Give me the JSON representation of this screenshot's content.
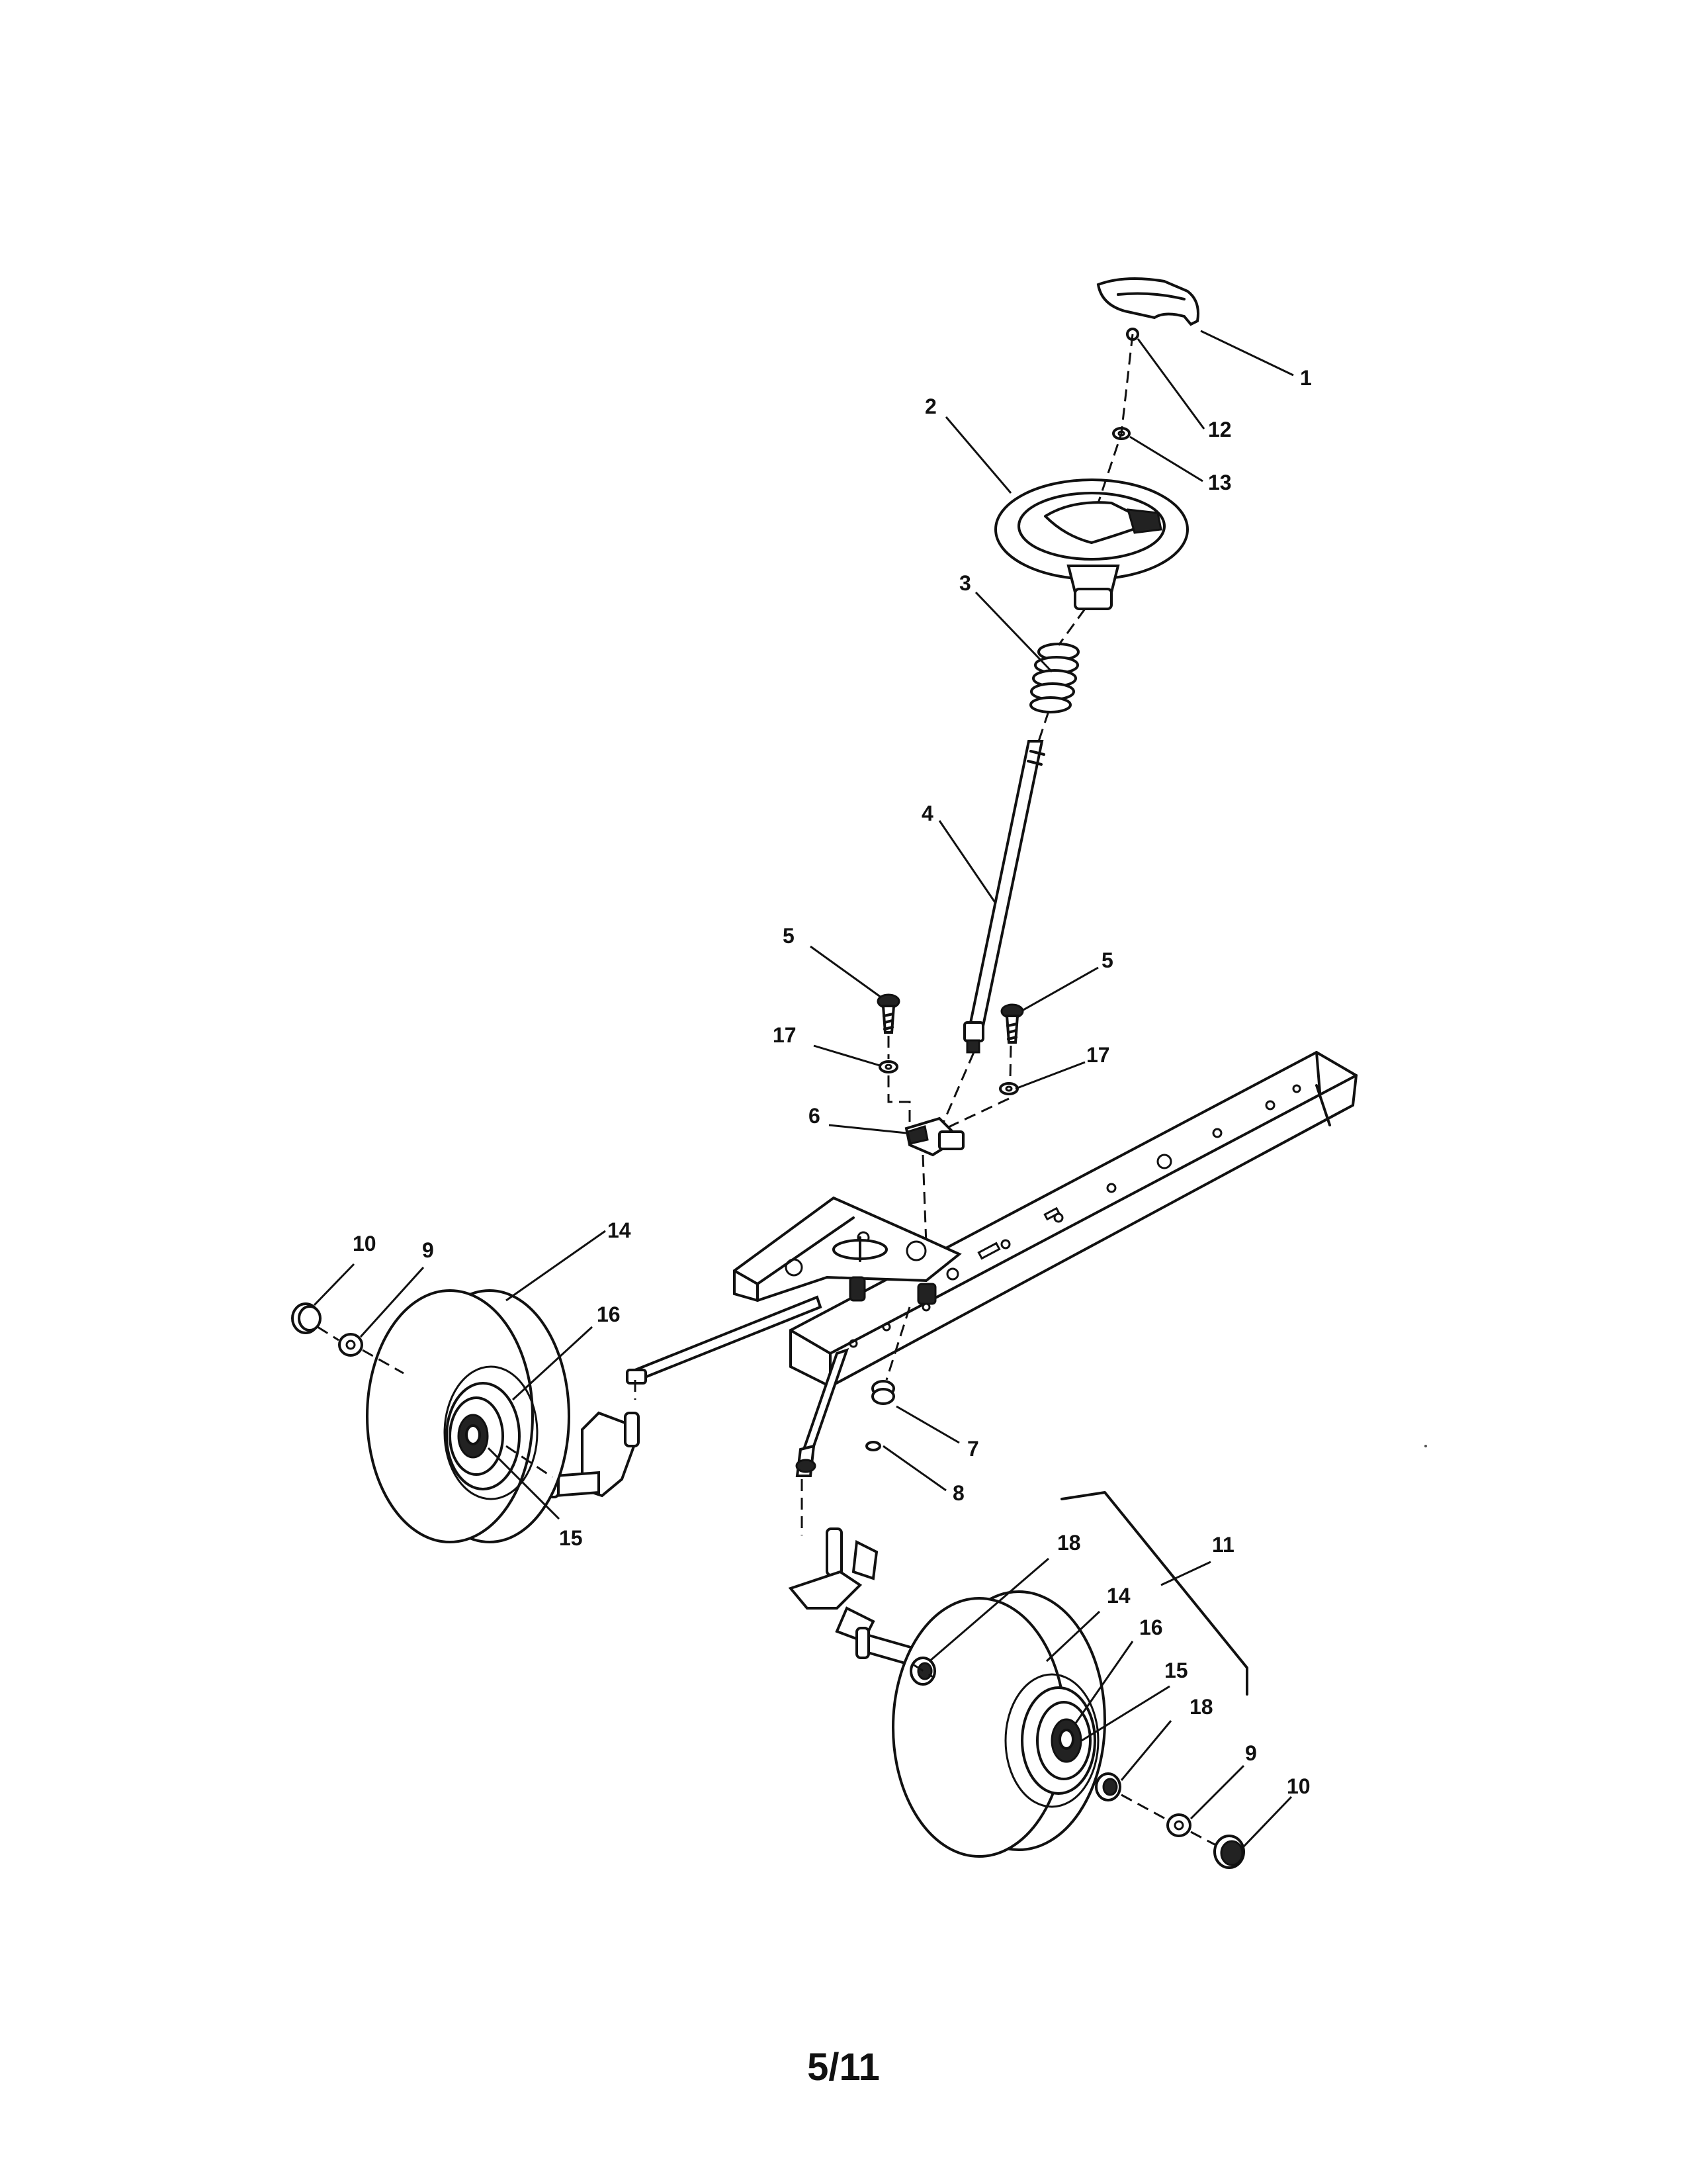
{
  "diagram": {
    "type": "exploded-parts-diagram",
    "callouts": {
      "c1": "1",
      "c2": "2",
      "c3": "3",
      "c4": "4",
      "c5a": "5",
      "c5b": "5",
      "c6": "6",
      "c7": "7",
      "c8": "8",
      "c9a": "9",
      "c9b": "9",
      "c10a": "10",
      "c10b": "10",
      "c11": "11",
      "c12": "12",
      "c13": "13",
      "c14a": "14",
      "c14b": "14",
      "c15a": "15",
      "c15b": "15",
      "c16a": "16",
      "c16b": "16",
      "c17a": "17",
      "c17b": "17",
      "c18a": "18",
      "c18b": "18"
    }
  },
  "page_number": "5/11"
}
